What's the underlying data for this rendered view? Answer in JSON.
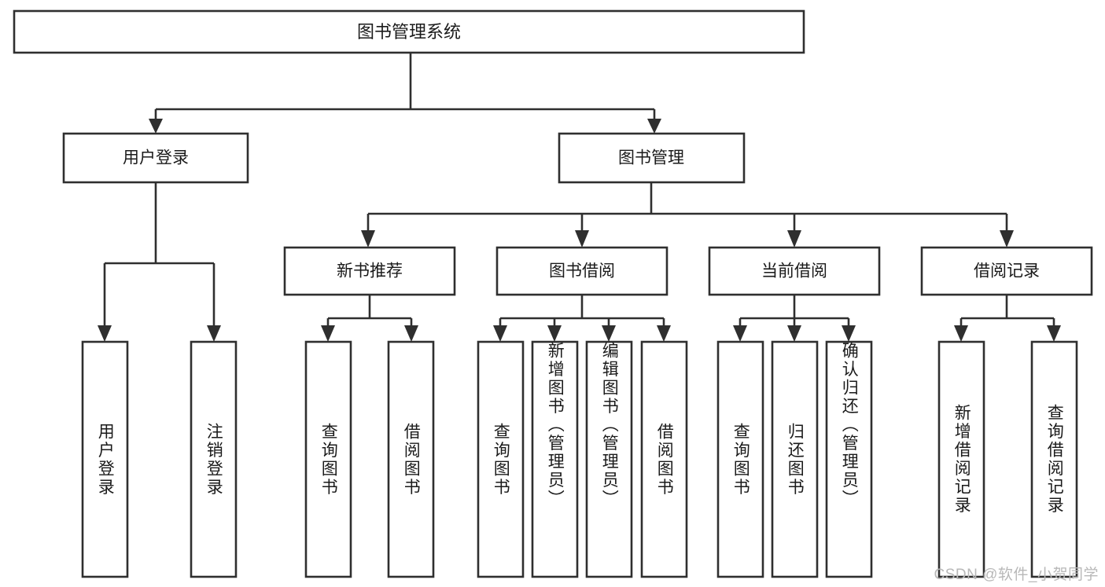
{
  "diagram": {
    "title": "图书管理系统",
    "watermark": "CSDN @软件_小贺同学",
    "stroke_color": "#2f2f2f",
    "fill_color": "#ffffff",
    "text_color": "#1a1a1a",
    "watermark_color": "#b8b8b8",
    "root": {
      "label": "图书管理系统"
    },
    "level1": [
      {
        "label": "用户登录"
      },
      {
        "label": "图书管理"
      }
    ],
    "level2": [
      {
        "label": "新书推荐"
      },
      {
        "label": "图书借阅"
      },
      {
        "label": "当前借阅"
      },
      {
        "label": "借阅记录"
      }
    ],
    "leaves": {
      "user_login": [
        {
          "label": "用户登录"
        },
        {
          "label": "注销登录"
        }
      ],
      "new_book_recommend": [
        {
          "label": "查询图书"
        },
        {
          "label": "借阅图书"
        }
      ],
      "book_borrow": [
        {
          "label": "查询图书"
        },
        {
          "label": "新增图书（管理员）"
        },
        {
          "label": "编辑图书（管理员）"
        },
        {
          "label": "借阅图书"
        }
      ],
      "current_borrow": [
        {
          "label": "查询图书"
        },
        {
          "label": "归还图书"
        },
        {
          "label": "确认归还（管理员）"
        }
      ],
      "borrow_record": [
        {
          "label": "新增借阅记录"
        },
        {
          "label": "查询借阅记录"
        }
      ]
    }
  }
}
